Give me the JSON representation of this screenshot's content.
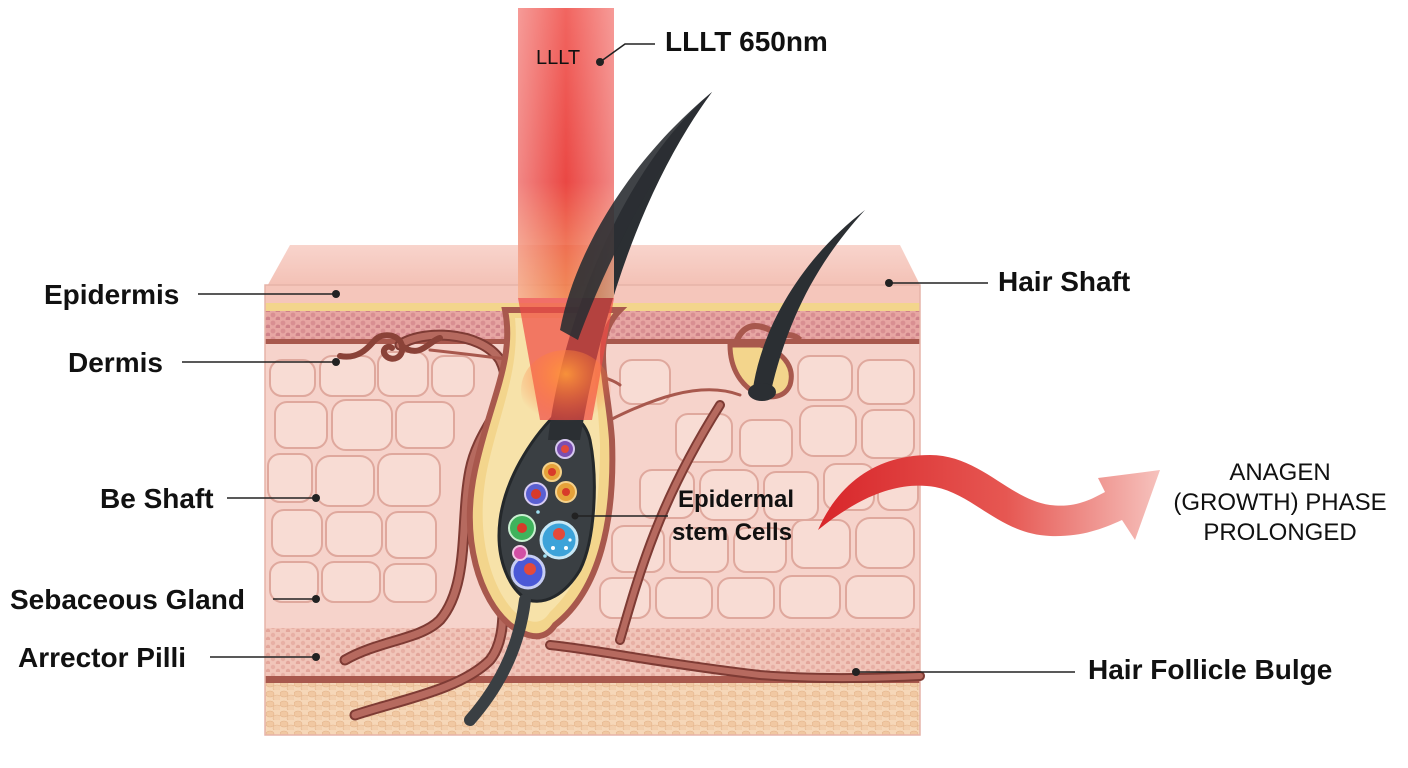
{
  "title": "",
  "beam": {
    "inner_label": "LLLT",
    "callout": "LLLT 650nm"
  },
  "labels": {
    "epidermis": "Epidermis",
    "dermis": "Dermis",
    "be_shaft": "Be Shaft",
    "sebaceous_gland": "Sebaceous Gland",
    "arrector_pilli": "Arrector Pilli",
    "hair_shaft": "Hair Shaft",
    "hair_follicle_bulge": "Hair Follicle Bulge",
    "stem_cells_line1": "Epidermal",
    "stem_cells_line2": "stem Cells"
  },
  "phase": {
    "line1": "ANAGEN",
    "line2": "(GROWTH) PHASE",
    "line3": "PROLONGED"
  },
  "colors": {
    "laser": "#e8332f",
    "epidermis": "#f3c0b6",
    "dermis_cells": "#f6d3cb",
    "cell_border": "#dfa89d",
    "fat_layer": "#f6d7b8",
    "hair": "#2b2f33",
    "nerve": "#a8584d",
    "arrow": "#d8262a"
  }
}
